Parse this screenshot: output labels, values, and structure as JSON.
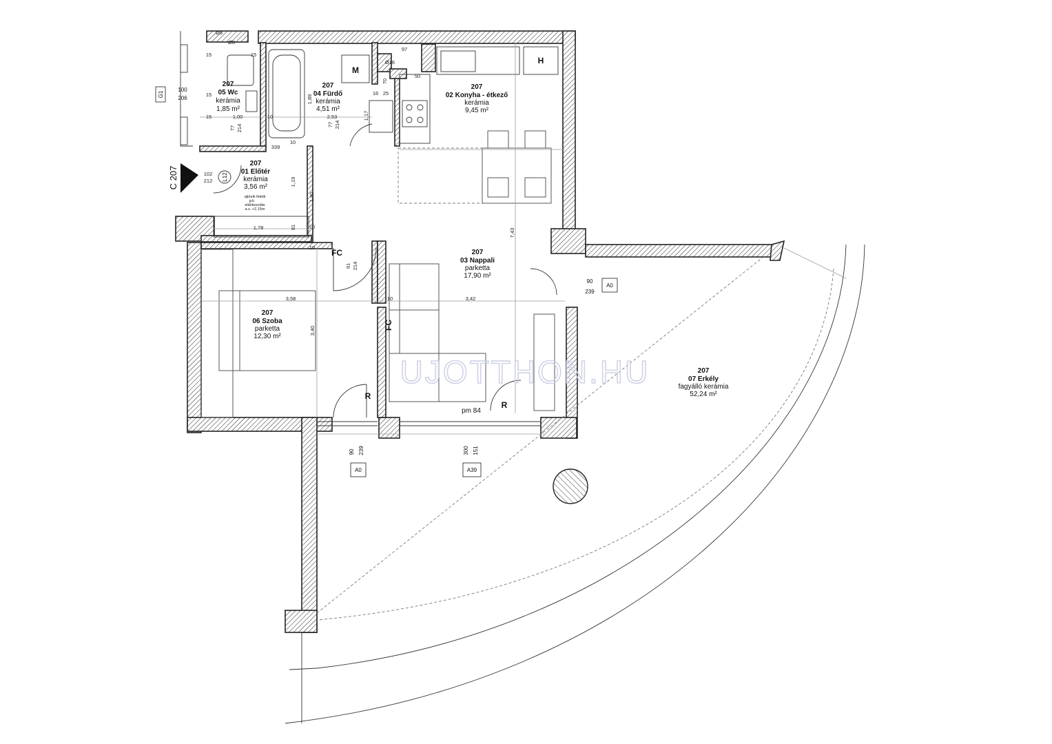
{
  "rooms": [
    {
      "number": "207",
      "name": "05 Wc",
      "floor": "kerámia",
      "area": "1,85 m²"
    },
    {
      "number": "207",
      "name": "04 Fürdő",
      "floor": "kerámia",
      "area": "4,51 m²"
    },
    {
      "number": "207",
      "name": "02 Konyha - étkező",
      "floor": "kerámia",
      "area": "9,45 m²"
    },
    {
      "number": "207",
      "name": "01 Előtér",
      "floor": "kerámia",
      "area": "3,56 m²"
    },
    {
      "number": "207",
      "name": "03 Nappali",
      "floor": "parketta",
      "area": "17,90 m²"
    },
    {
      "number": "207",
      "name": "06 Szoba",
      "floor": "parketta",
      "area": "12,30 m²"
    },
    {
      "number": "207",
      "name": "07 Erkély",
      "floor": "fagyálló kerámia",
      "area": "52,24 m²"
    }
  ],
  "fixture_labels": {
    "m": "M",
    "h": "H",
    "fc1": "FC",
    "fc2": "FC",
    "r1": "R",
    "r2": "R",
    "pm": "pm 84"
  },
  "section_label": "C 207",
  "entry_note": [
    "ajtósík feletti",
    "g.k.",
    "eldobozolás",
    "a.s. +2,15m"
  ],
  "door_tags": {
    "g1": "G1",
    "a0_right": "A0",
    "a0_left": "A0",
    "a39": "A39",
    "l12": "L12"
  },
  "door_sizes": {
    "g1": [
      "100",
      "206"
    ],
    "a0_right": [
      "90",
      "239"
    ],
    "a0_left": [
      "90",
      "239"
    ],
    "a39": [
      "300",
      "151"
    ],
    "entry": [
      "102",
      "212"
    ],
    "fc_door": [
      "91",
      "214"
    ],
    "wc_door": [
      "77",
      "214"
    ],
    "bath_door": [
      "77",
      "214"
    ]
  },
  "dimensions": {
    "wc_width": "1,00",
    "bath_width": "2,53",
    "hall_width": "1,78",
    "living_depth": "7,43",
    "bedroom_width": "3,58",
    "living_width": "3,42",
    "bedroom_depth": "3,40",
    "hall_depth": "1,19",
    "hall_depth2": "1,80",
    "bath_depth": "1,89",
    "kitchen_depth": "1,17",
    "hall_opening": "81",
    "w10a": "10",
    "w10b": "10",
    "w10c": "10",
    "w10d": "10",
    "w10e": "10",
    "w15a": "15",
    "w15b": "15",
    "w15c": "15",
    "w15d": "15",
    "w16": "16",
    "w25": "25",
    "w50": "50",
    "w70": "70",
    "w97": "97",
    "w339": "339",
    "d8a": "Ø8",
    "d8b": "Ø8",
    "d16": "Ø16"
  },
  "watermark": "UJOTTHON.HU",
  "colors": {
    "wall_hatch": "#222222",
    "line": "#333333",
    "watermark": "#cfd3e6"
  }
}
